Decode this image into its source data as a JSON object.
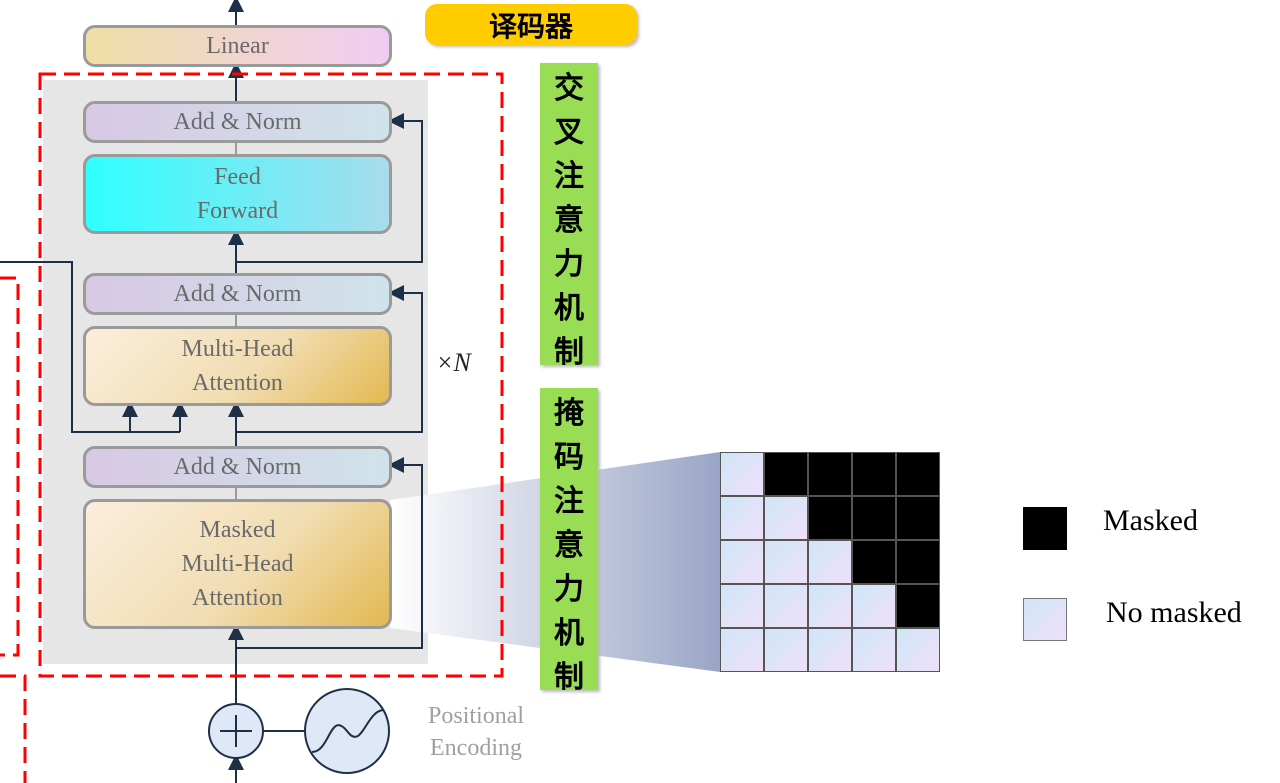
{
  "title_label": "译码器",
  "blocks": {
    "linear": "Linear",
    "add_norm": "Add & Norm",
    "feed_forward": [
      "Feed",
      "Forward"
    ],
    "multi_head": [
      "Multi-Head",
      "Attention"
    ],
    "masked_multi_head": [
      "Masked",
      "Multi-Head",
      "Attention"
    ]
  },
  "repeat_label": "×N",
  "positional_encoding": [
    "Positional",
    "Encoding"
  ],
  "side_labels": {
    "cross_attention": [
      "交",
      "叉",
      "注",
      "意",
      "力",
      "机",
      "制"
    ],
    "masked_attention": [
      "掩",
      "码",
      "注",
      "意",
      "力",
      "机",
      "制"
    ]
  },
  "mask_grid_size": 5,
  "legend": {
    "masked": "Masked",
    "not_masked": "No masked"
  },
  "colors": {
    "masked": "#000000",
    "not_masked": "#dfe6f8",
    "dashed_box": "#ff0000",
    "tag_green": "#99dd55",
    "tag_orange": "#ffcc00"
  }
}
